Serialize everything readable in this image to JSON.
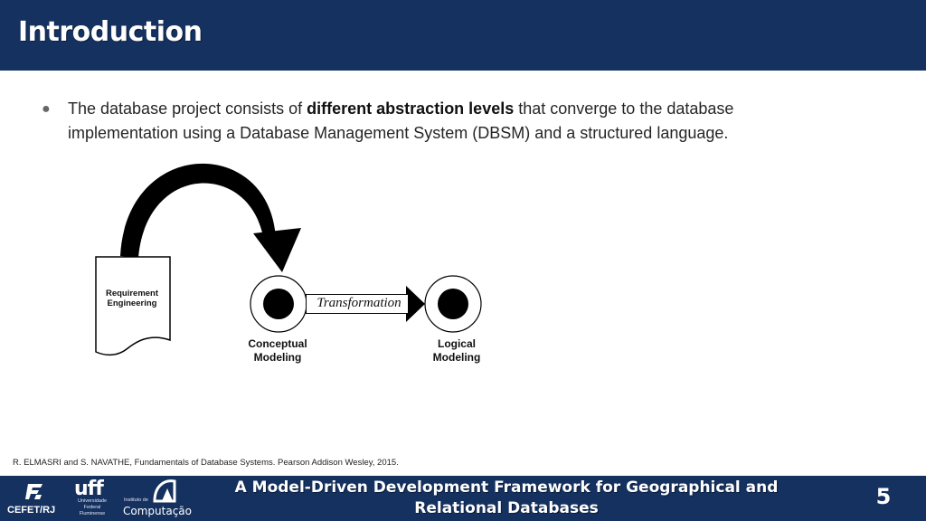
{
  "header": {
    "title": "Introduction"
  },
  "bullet": {
    "text_before": "The database project consists of ",
    "text_bold": "different abstraction levels",
    "text_after": " that converge to the database implementation using a Database Management System (DBSM) and a structured language."
  },
  "diagram": {
    "document_label": "Requirement Engineering",
    "arrow_label": "Transformation",
    "conceptual_label": "Conceptual Modeling",
    "logical_label": "Logical Modeling"
  },
  "reference": "R. ELMASRI and S. NAVATHE, Fundamentals of Database Systems. Pearson Addison Wesley, 2015.",
  "footer": {
    "title": "A Model-Driven Development Framework for Geographical and Relational Databases",
    "page_number": "5",
    "logos": {
      "cefet": "CEFET/RJ",
      "uff": "uff",
      "uff_sub": "Universidade Federal Fluminense",
      "ic_small": "Instituto de",
      "ic": "Computação"
    }
  },
  "colors": {
    "header_bg": "#15315f",
    "footer_bg": "#15315f",
    "text": "#262626"
  }
}
